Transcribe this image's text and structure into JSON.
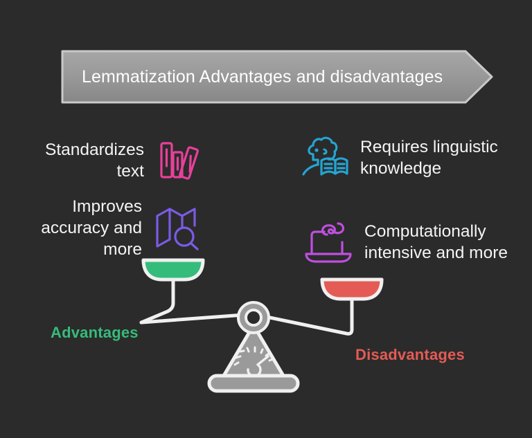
{
  "page": {
    "background_color": "#2b2b2b",
    "text_color": "#f4f4f4"
  },
  "header": {
    "title": "Lemmatization Advantages and disadvantages",
    "banner_shape": "right-pointing-arrow",
    "banner_gradient_from": "#9d9d9d",
    "banner_gradient_to": "#8e8e8e",
    "banner_border_color": "#cfcfcf"
  },
  "advantages": {
    "label": "Advantages",
    "color": "#35bc7b",
    "pan_color": "#35bc7b",
    "items": [
      {
        "text": "Standardizes text",
        "icon": "books-icon",
        "icon_color": "#e8409a"
      },
      {
        "text": "Improves accuracy and more",
        "icon": "map-search-icon",
        "icon_color": "#7b5be6"
      }
    ]
  },
  "disadvantages": {
    "label": "Disadvantages",
    "color": "#e45b55",
    "pan_color": "#e45b55",
    "items": [
      {
        "text": "Requires linguistic knowledge",
        "icon": "person-reading-icon",
        "icon_color": "#24a5d4"
      },
      {
        "text": "Computationally intensive and more",
        "icon": "laptop-overheating-icon",
        "icon_color": "#bf4fe0"
      }
    ]
  },
  "scale": {
    "icon": "balance-scale-icon",
    "frame_color": "#ffffff",
    "body_color": "#9a9a9a",
    "tilt": "right-side-down",
    "left_pan_side": "advantages",
    "right_pan_side": "disadvantages"
  }
}
